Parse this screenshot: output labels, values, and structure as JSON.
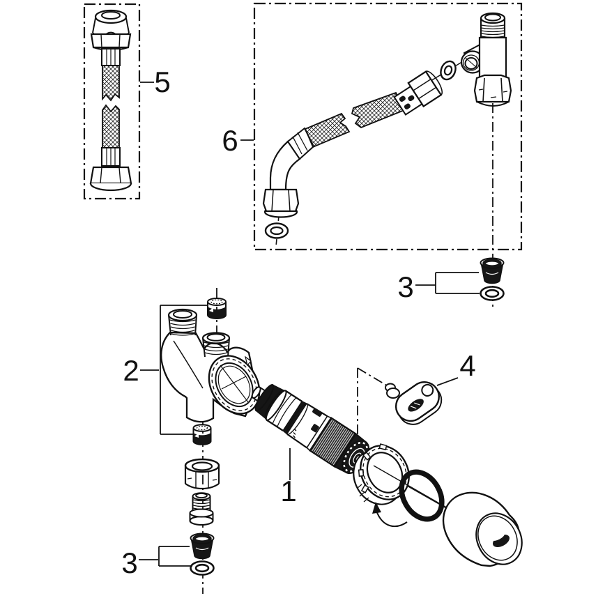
{
  "diagram": {
    "background": "#ffffff",
    "line_color": "#111111",
    "dark_fill": "#161616",
    "callouts": {
      "part1": "1",
      "part2": "2",
      "part3_right": "3",
      "part3_bottom": "3",
      "part4": "4",
      "part5": "5",
      "part6": "6"
    }
  }
}
